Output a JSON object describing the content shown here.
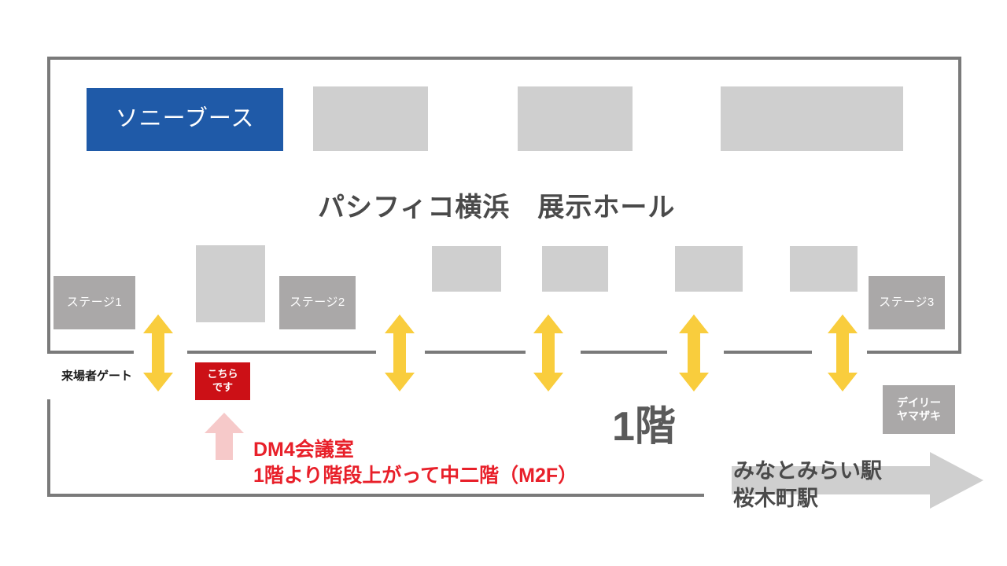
{
  "map": {
    "title": "パシフィコ横浜　展示ホール",
    "floor_label": "1階",
    "gate_label": "来場者ゲート",
    "colors": {
      "booth_blue": "#1f5aa8",
      "here_red": "#cc1016",
      "note_red": "#e8202a",
      "arrow_yellow": "#f9cd3d",
      "arrow_pink": "#f6c9c9",
      "wall_gray": "#7a7a7a",
      "room_gray_light": "#cfcfcf",
      "room_gray_mid": "#aaa8a8",
      "text_gray": "#4a4a4a"
    }
  },
  "booth": {
    "label": "ソニーブース"
  },
  "here_marker": {
    "line1": "こちら",
    "line2": "です"
  },
  "stages": [
    {
      "label": "ステージ1"
    },
    {
      "label": "ステージ2"
    },
    {
      "label": "ステージ3"
    }
  ],
  "shop": {
    "line1": "デイリー",
    "line2": "ヤマザキ"
  },
  "note": {
    "line1": "DM4会議室",
    "line2": "1階より階段上がって中二階（M2F）"
  },
  "stations": {
    "line1": "みなとみらい駅",
    "line2": "桜木町駅"
  },
  "rooms": [
    {
      "name": "hall-room-top-1"
    },
    {
      "name": "hall-room-top-2"
    },
    {
      "name": "hall-room-top-3"
    },
    {
      "name": "hall-room-mid-1"
    },
    {
      "name": "hall-room-mid-2"
    },
    {
      "name": "hall-room-mid-3"
    },
    {
      "name": "hall-room-mid-4"
    },
    {
      "name": "hall-room-mid-5"
    }
  ],
  "entrances": [
    {
      "name": "entrance-arrow-1"
    },
    {
      "name": "entrance-arrow-2"
    },
    {
      "name": "entrance-arrow-3"
    },
    {
      "name": "entrance-arrow-4"
    },
    {
      "name": "entrance-arrow-5"
    }
  ]
}
